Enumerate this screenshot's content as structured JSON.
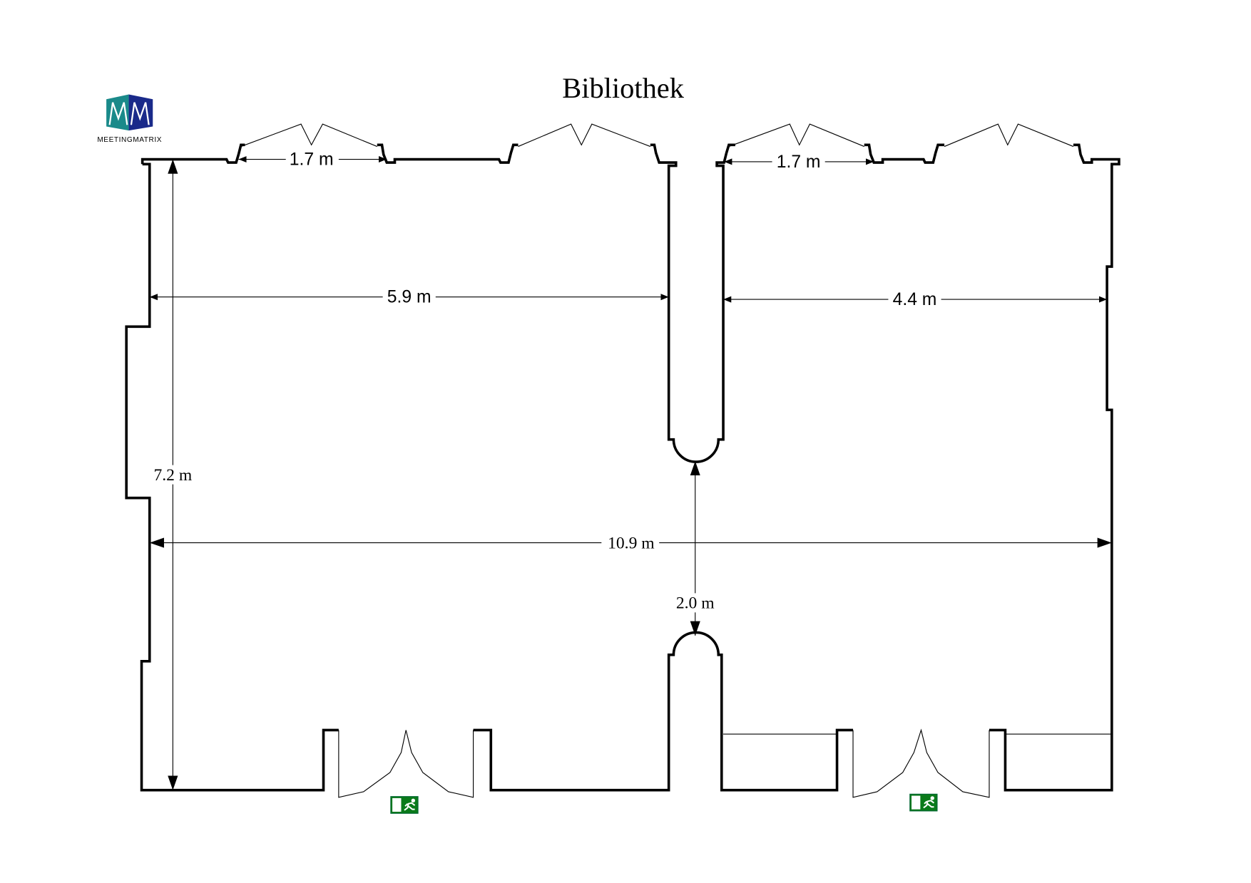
{
  "title": "Bibliothek",
  "logo": {
    "text": "MEETINGMATRIX",
    "mark": "MM"
  },
  "dimensions": {
    "top_left_window": "1.7 m",
    "top_right_window": "1.7 m",
    "left_room_width": "5.9 m",
    "right_room_width": "4.4 m",
    "depth": "7.2 m",
    "total_width": "10.9 m",
    "opening": "2.0 m"
  },
  "icons": {
    "exit": "emergency-exit-sign"
  },
  "colors": {
    "wall": "#000000",
    "exit_green": "#0a7a1a",
    "logo_teal": "#1a8a8a",
    "logo_blue": "#1a2a8a"
  }
}
